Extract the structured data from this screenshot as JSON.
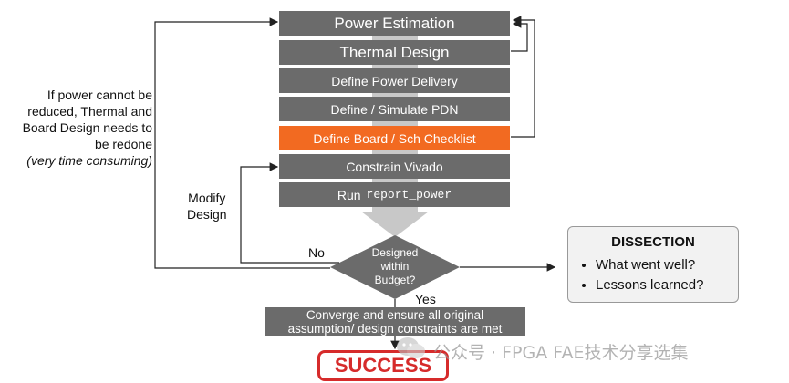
{
  "flow": {
    "power_estimation": "Power Estimation",
    "thermal_design": "Thermal Design",
    "define_power_delivery": "Define Power Delivery",
    "define_pdn": "Define / Simulate PDN",
    "define_checklist": "Define Board / Sch Checklist",
    "constrain_vivado": "Constrain Vivado",
    "run_label": "Run",
    "run_command": "report_power",
    "decision_line1": "Designed",
    "decision_line2": "within",
    "decision_line3": "Budget?",
    "yes_label": "Yes",
    "no_label": "No",
    "converge_line1": "Converge and ensure all original",
    "converge_line2": "assumption/ design constraints are met",
    "success": "SUCCESS"
  },
  "notes": {
    "redo_line1": "If power cannot be",
    "redo_line2": "reduced, Thermal and",
    "redo_line3": "Board Design needs to",
    "redo_line4": "be redone",
    "redo_line5": "(very time consuming)",
    "modify_line1": "Modify",
    "modify_line2": "Design"
  },
  "dissection": {
    "title": "DISSECTION",
    "items": [
      "What went well?",
      "Lessons learned?"
    ]
  },
  "watermark": "公众号 · FPGA FAE技术分享选集",
  "colors": {
    "box_gray": "#6b6b6b",
    "highlight_orange": "#f26a21",
    "success_red": "#d62b2b",
    "funnel_gray": "#c8c8c8"
  }
}
